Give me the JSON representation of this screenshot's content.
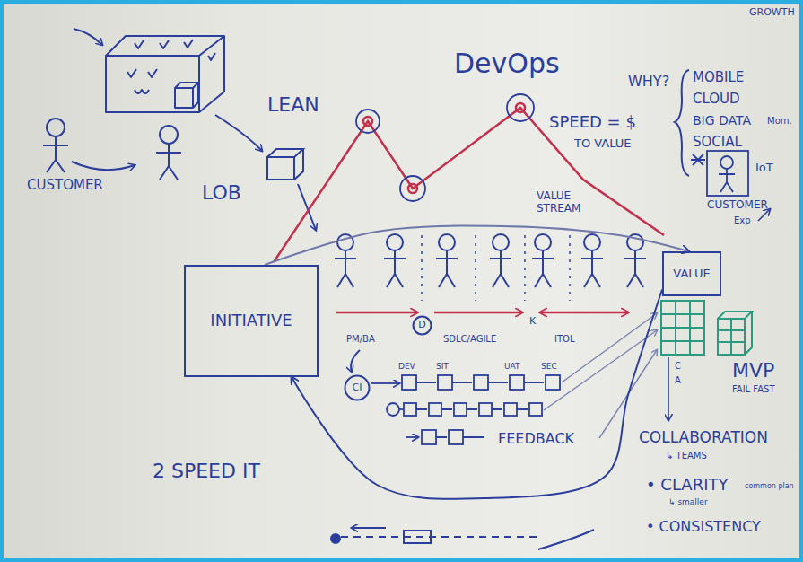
{
  "diagram": {
    "title": "DevOps",
    "nodes": [
      {
        "text": [
          "INITIATIVE"
        ]
      },
      {
        "text": [
          "VALUE"
        ]
      },
      {
        "text": [
          "CI"
        ]
      },
      {
        "text": [
          "D"
        ]
      }
    ],
    "edges": [
      {
        "from": 0,
        "to": 1,
        "arrow": "to"
      },
      {
        "from": 1,
        "to": 0,
        "arrow": "to"
      }
    ],
    "labels": [
      "WHY?",
      "GROWTH",
      "MOBILE",
      "CLOUD",
      "BIG DATA",
      "Mom.",
      "SOCIAL",
      "IoT",
      "CUSTOMER",
      "Exp",
      "LEAN",
      "SPEED = $",
      "TO VALUE",
      "VALUE STREAM",
      "CUSTOMER",
      "LOB",
      "PM/BA",
      "SDLC/AGILE",
      "K",
      "ITOL",
      "DEV",
      "SIT",
      "UAT",
      "SEC",
      "FEEDBACK",
      "MVP",
      "FAIL FAST",
      "C",
      "A",
      "COLLABORATION",
      "↳ TEAMS",
      "• CLARITY",
      "common plan",
      "↳ smaller",
      "• CONSISTENCY",
      "2 SPEED IT"
    ]
  }
}
